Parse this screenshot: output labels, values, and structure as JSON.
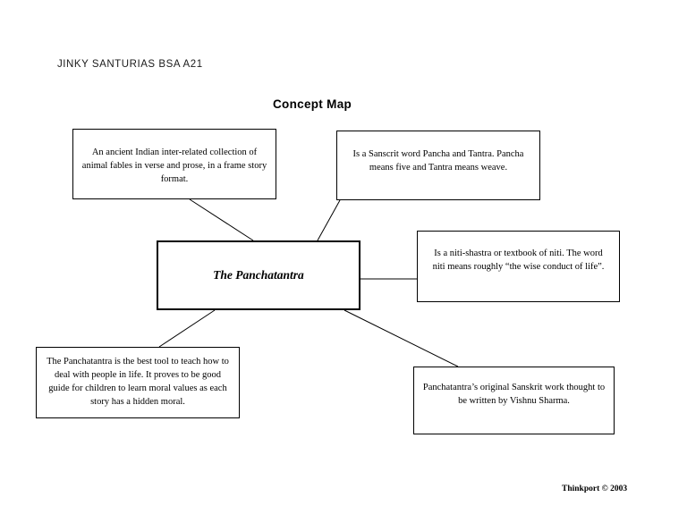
{
  "page": {
    "author_line": "JINKY SANTURIAS BSA A21",
    "title": "Concept Map",
    "footer": "Thinkport © 2003",
    "background_color": "#ffffff",
    "ink_color": "#000000"
  },
  "diagram": {
    "type": "concept-map",
    "center": {
      "id": "the-panchatantra",
      "label": "The Panchatantra"
    },
    "nodes": [
      {
        "id": "ancient-indian-collection",
        "text": "An ancient Indian inter-related collection of animal fables in verse and prose, in a frame story format."
      },
      {
        "id": "sanscrit-word",
        "text": "Is a Sanscrit word Pancha and Tantra. Pancha means five and Tantra means weave."
      },
      {
        "id": "niti-shastra",
        "text": "Is a niti-shastra or textbook of niti. The word niti means roughly “the wise conduct of life”."
      },
      {
        "id": "best-tool-to-teach",
        "text": "The Panchatantra is the best tool to teach how to deal with people in life. It proves to be good guide for children to learn moral values as each story has a hidden moral."
      },
      {
        "id": "vishnu-sharma",
        "text": "Panchatantra’s original Sanskrit work thought to be written by Vishnu Sharma."
      }
    ],
    "connections": [
      {
        "from": "ancient-indian-collection",
        "to": "the-panchatantra"
      },
      {
        "from": "sanscrit-word",
        "to": "the-panchatantra"
      },
      {
        "from": "the-panchatantra",
        "to": "niti-shastra"
      },
      {
        "from": "the-panchatantra",
        "to": "best-tool-to-teach"
      },
      {
        "from": "the-panchatantra",
        "to": "vishnu-sharma"
      }
    ]
  }
}
